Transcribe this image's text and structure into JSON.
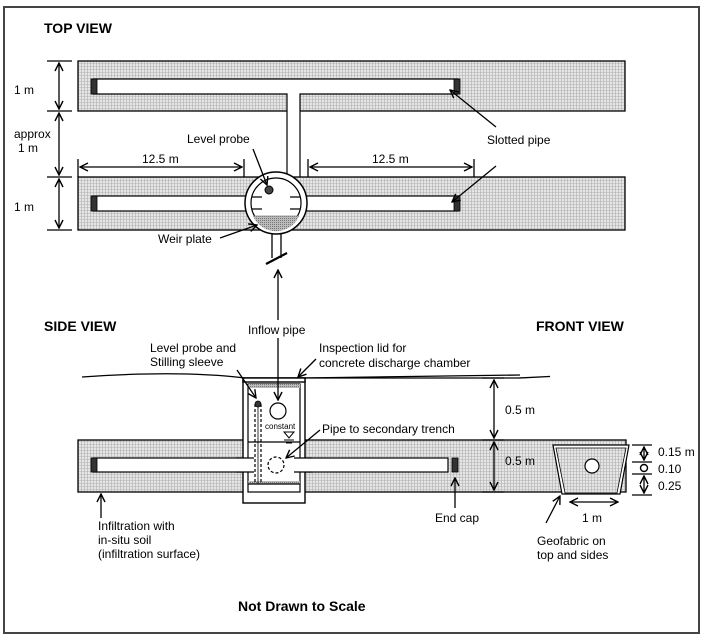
{
  "figure": {
    "footer": "Not Drawn to Scale"
  },
  "top_view": {
    "title": "TOP VIEW",
    "dim_trench_upper": "1 m",
    "dim_gap_line1": "approx",
    "dim_gap_line2": "1 m",
    "dim_trench_lower": "1 m",
    "dim_left_length": "12.5 m",
    "dim_right_length": "12.5 m",
    "label_level_probe": "Level probe",
    "label_slotted_pipe": "Slotted pipe",
    "label_weir_plate": "Weir plate"
  },
  "side_view": {
    "title": "SIDE VIEW",
    "label_inflow_pipe": "Inflow pipe",
    "label_level_probe_line1": "Level probe and",
    "label_level_probe_line2": "Stilling sleeve",
    "label_inspection_line1": "Inspection lid for",
    "label_inspection_line2": "concrete discharge chamber",
    "label_constant": "constant",
    "label_pipe_secondary": "Pipe to secondary trench",
    "dim_cover": "0.5 m",
    "dim_trench_depth": "0.5 m",
    "label_infiltration_line1": "Infiltration with",
    "label_infiltration_line2": "in-situ soil",
    "label_infiltration_line3": "(infiltration surface)",
    "label_end_cap": "End cap"
  },
  "front_view": {
    "title": "FRONT VIEW",
    "dim_top": "0.15 m",
    "dim_mid": "0.10",
    "dim_bottom": "0.25",
    "dim_width": "1 m",
    "label_geofabric_line1": "Geofabric on",
    "label_geofabric_line2": "top and sides"
  }
}
